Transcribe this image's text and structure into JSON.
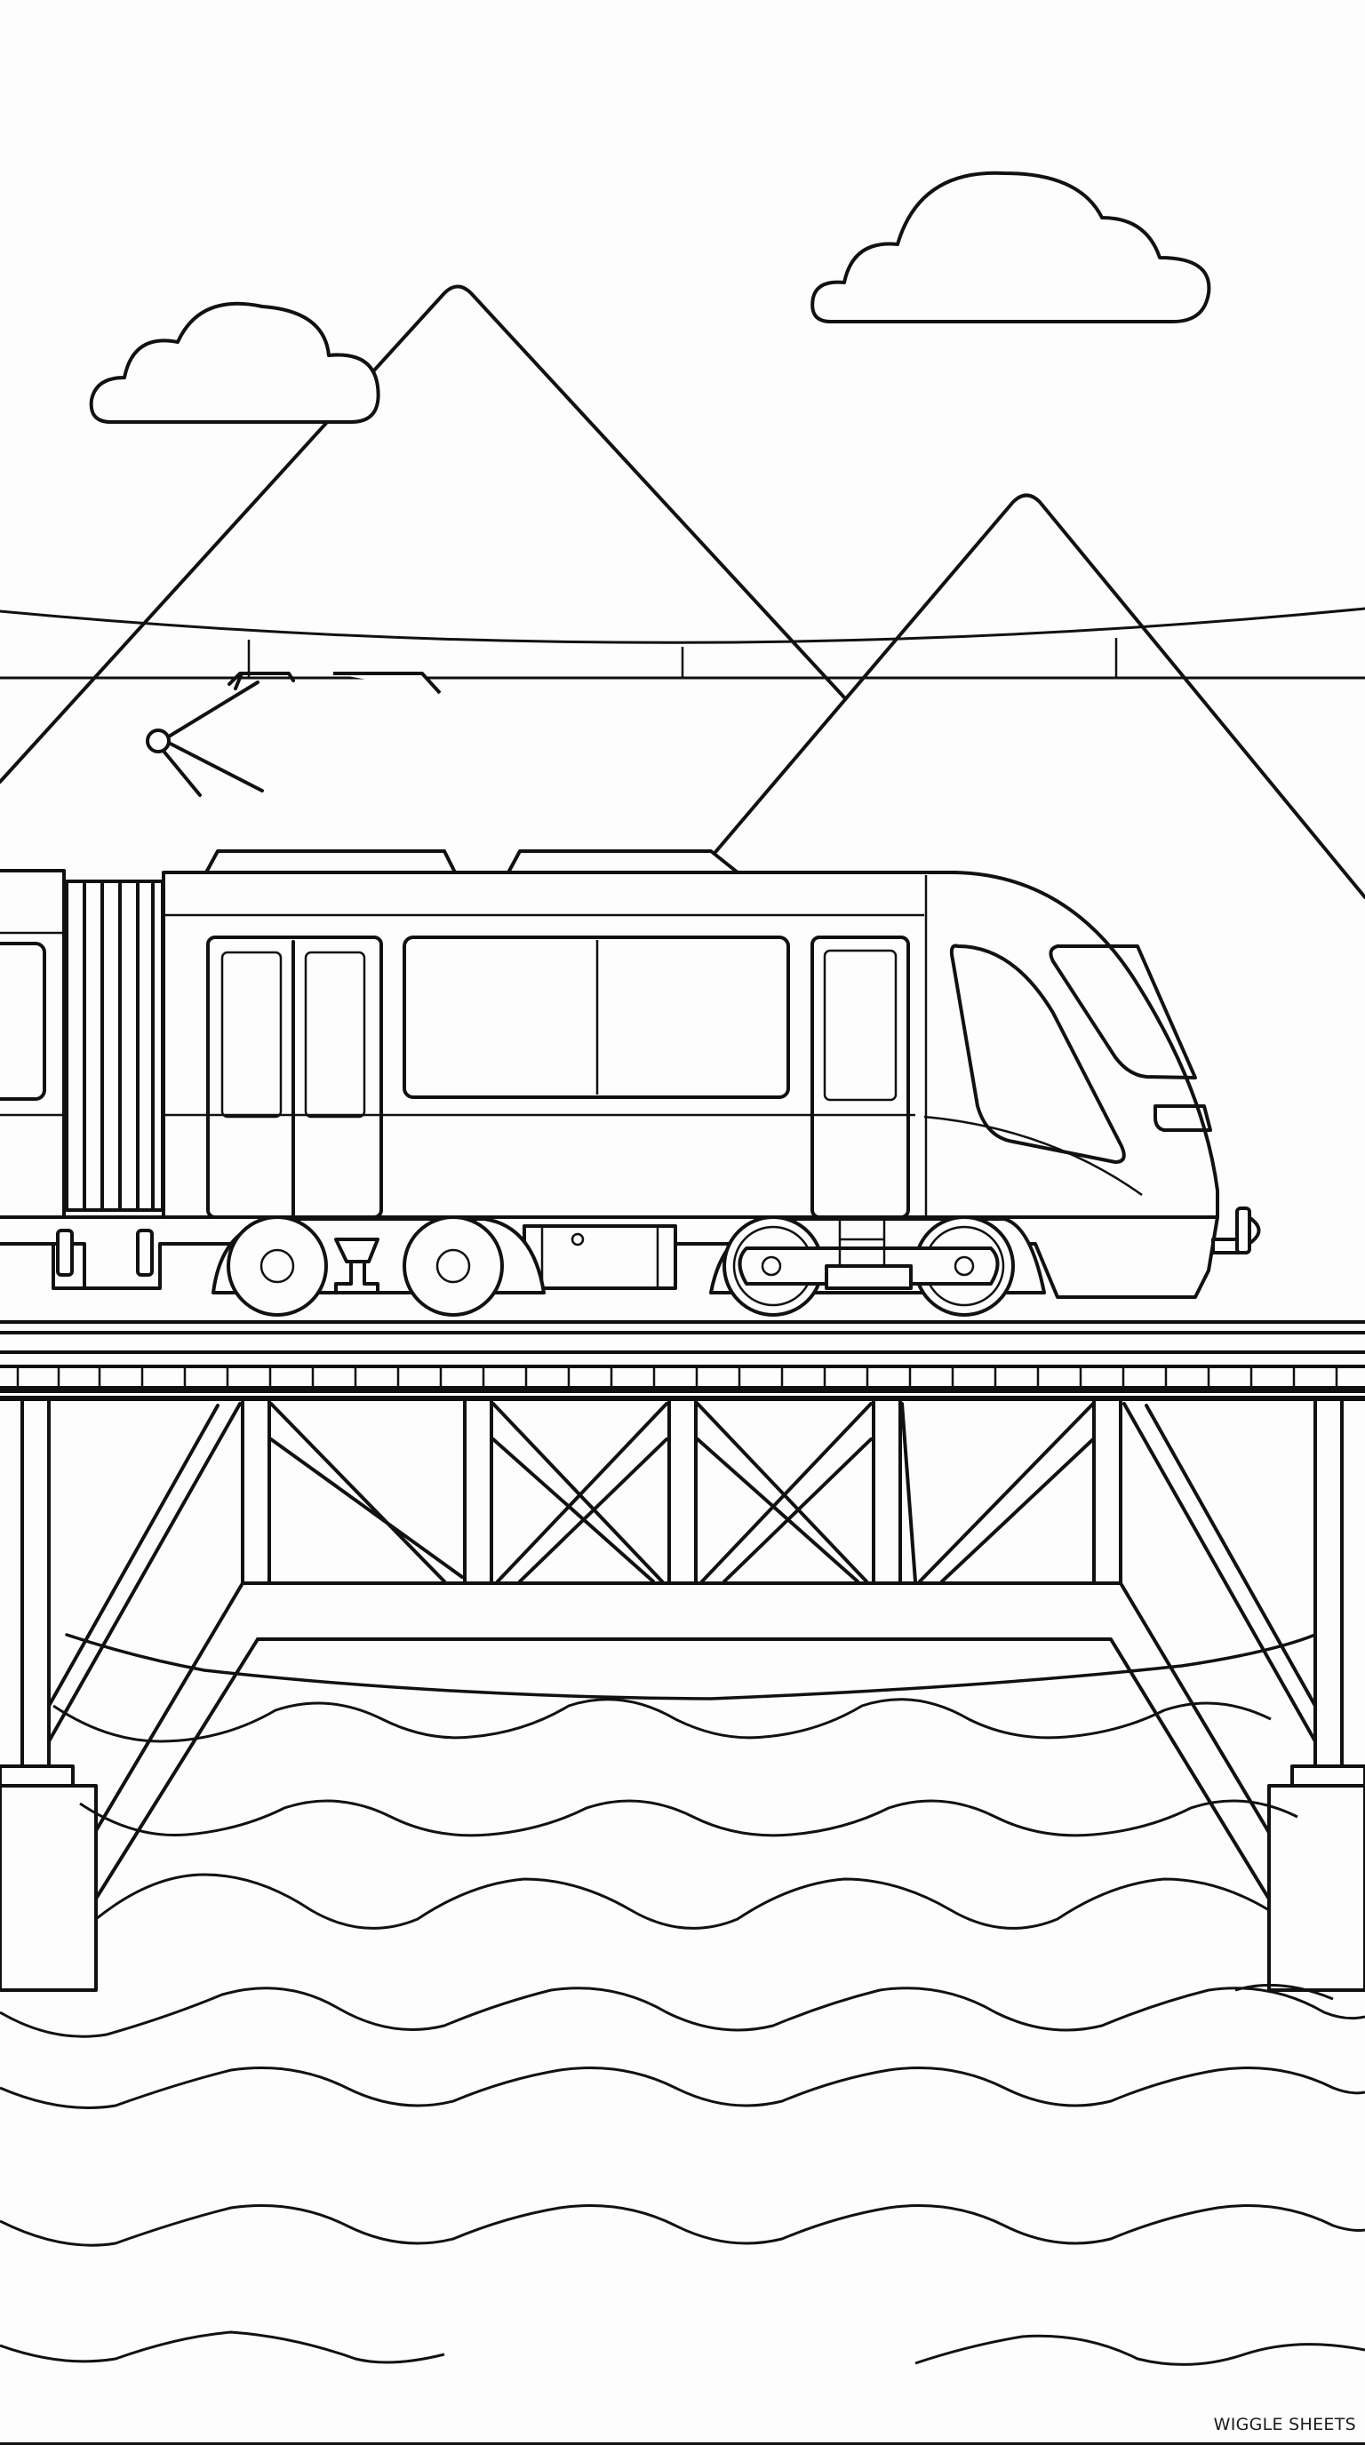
{
  "page": {
    "type": "coloring-page",
    "subject": "electric train on truss bridge over water with mountains and clouds"
  },
  "brand": {
    "label": "WIGGLE SHEETS"
  },
  "colors": {
    "line": "#111111",
    "paper": "#fdfdfd"
  }
}
